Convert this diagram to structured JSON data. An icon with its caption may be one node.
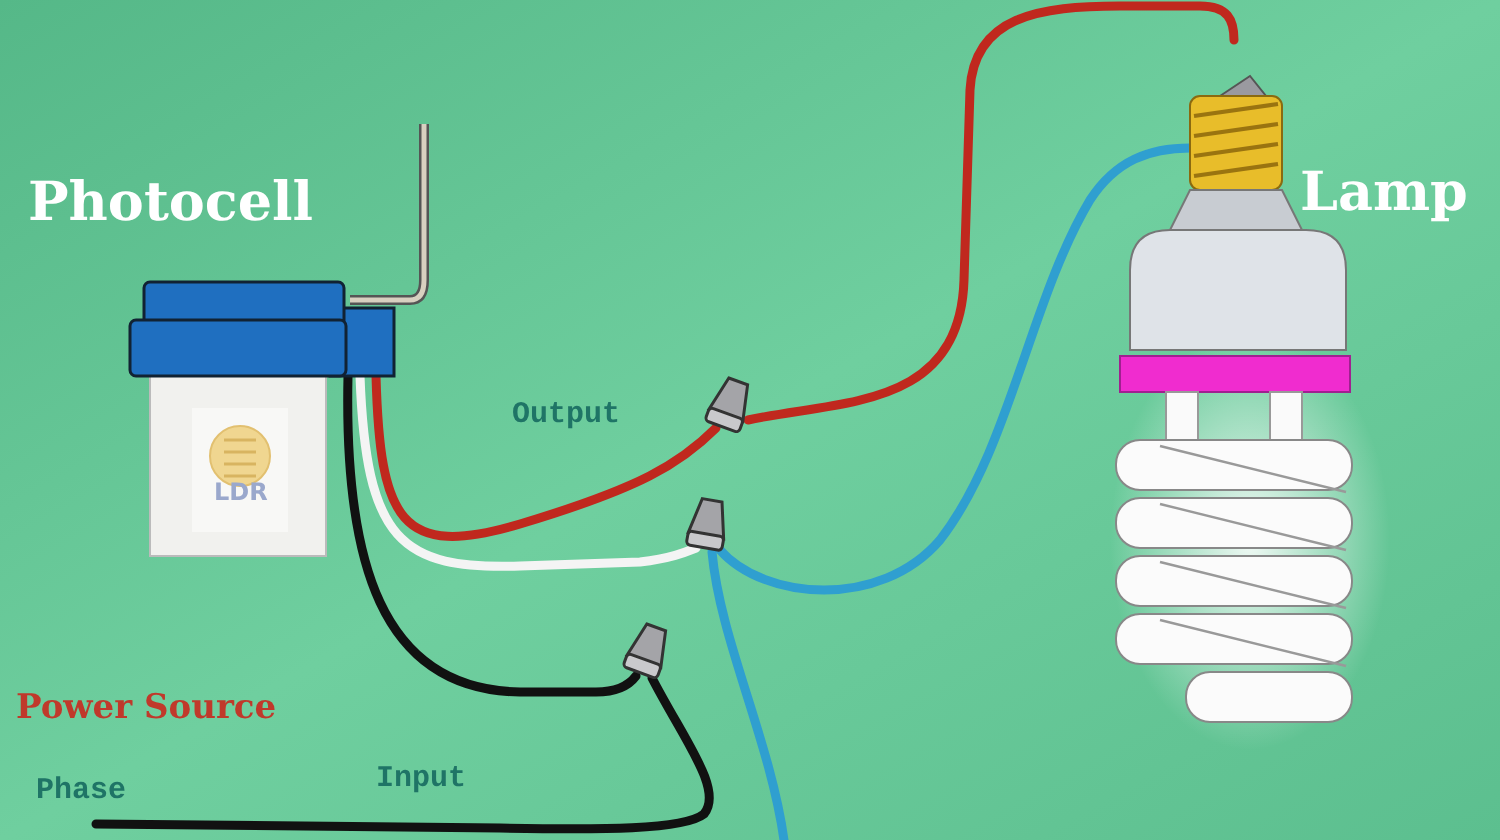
{
  "diagram": {
    "nodes": [
      {
        "text": [
          "Photocell",
          "LDR"
        ]
      },
      {
        "text": [
          "Lamp"
        ]
      },
      {
        "text": [],
        "shape": "cone"
      },
      {
        "text": [],
        "shape": "cone"
      },
      {
        "text": [],
        "shape": "cone"
      }
    ],
    "edges": [
      {
        "from": 0,
        "to": 2,
        "arrow": "none",
        "color": "#c0281e"
      },
      {
        "from": 2,
        "to": 1,
        "arrow": "none",
        "color": "#c0281e"
      },
      {
        "from": 0,
        "to": 3,
        "arrow": "none",
        "color": "#f4f4f4"
      },
      {
        "from": 3,
        "to": 1,
        "arrow": "none",
        "color": "#2f9fd0"
      },
      {
        "from": 3,
        "to": null,
        "arrow": "none",
        "color": "#2f9fd0"
      },
      {
        "from": 0,
        "to": 4,
        "arrow": "none",
        "color": "#111111"
      },
      {
        "from": 4,
        "to": null,
        "arrow": "none",
        "color": "#111111"
      }
    ],
    "labels": [
      "Output",
      "Power Source",
      "Phase",
      "Input"
    ]
  }
}
